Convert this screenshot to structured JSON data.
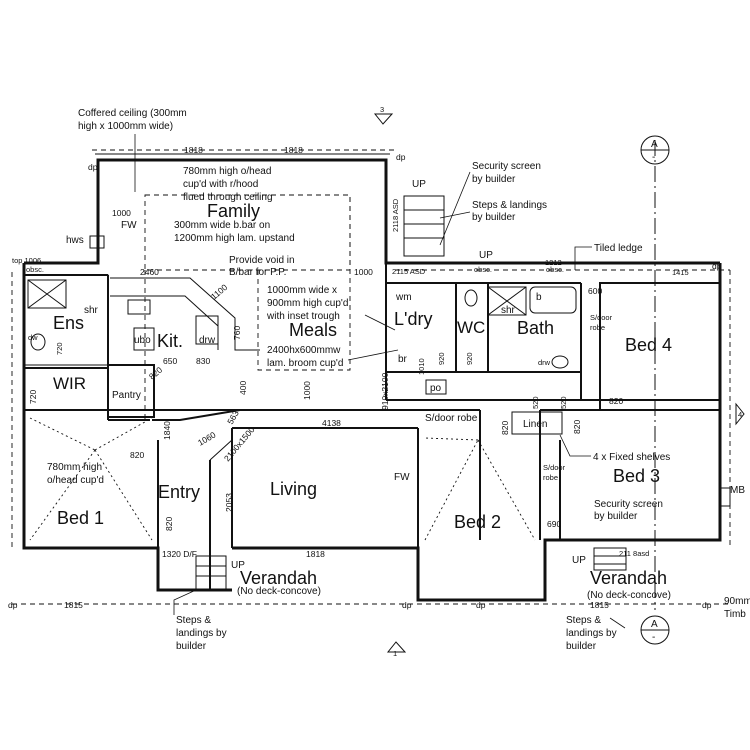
{
  "rooms": {
    "family": "Family",
    "meals": "Meals",
    "kit": "Kit.",
    "ens": "Ens",
    "wir": "WIR",
    "pantry": "Pantry",
    "entry": "Entry",
    "living": "Living",
    "bed1": "Bed 1",
    "bed2": "Bed 2",
    "bed3": "Bed 3",
    "bed4": "Bed 4",
    "ldry": "L'dry",
    "wc": "WC",
    "bath": "Bath",
    "linen": "Linen",
    "verandah_left": "Verandah",
    "verandah_right": "Verandah",
    "verandah_left_sub": "(No deck-concove)",
    "verandah_right_sub": "(No deck-concove)"
  },
  "notes": {
    "coffered_1": "Coffered ceiling (300mm",
    "coffered_2": "high x 1000mm wide)",
    "cupd_1": "780mm high o/head",
    "cupd_2": "cup'd with r/hood",
    "cupd_3": "flued through ceiling",
    "bbar_1": "300mm wide b.bar on",
    "bbar_2": "1200mm high lam. upstand",
    "void_1": "Provide void in",
    "void_2": "B/bar for P.P.",
    "trough_1": "1000mm wide x",
    "trough_2": "900mm high cup'd",
    "trough_3": "with inset trough",
    "broom_1": "2400hx600mmw",
    "broom_2": "lam. broom cup'd",
    "security_top_1": "Security screen",
    "security_top_2": "by builder",
    "steps_top_1": "Steps & landings",
    "steps_top_2": "by builder",
    "tiled_ledge": "Tiled ledge",
    "shelves": "4 x Fixed shelves",
    "security_bed3_1": "Security screen",
    "security_bed3_2": "by builder",
    "bed1_cupd_1": "780mm high",
    "bed1_cupd_2": "o/head cup'd",
    "steps_left_1": "Steps &",
    "steps_left_2": "landings by",
    "steps_left_3": "builder",
    "steps_right_1": "Steps &",
    "steps_right_2": "landings by",
    "steps_right_3": "builder",
    "timber_1": "90mm",
    "timber_2": "Timb"
  },
  "small_labels": {
    "hws": "hws",
    "fw_top": "FW",
    "fw_living": "FW",
    "up_top": "UP",
    "up_mid": "UP",
    "up_left": "UP",
    "up_right": "UP",
    "dp_1": "dp",
    "dp_2": "dp",
    "dp_3": "dp",
    "dp_4": "dp",
    "dp_5": "dp",
    "dp_6": "dp",
    "dp_7": "dp",
    "wm": "wm",
    "br": "br",
    "po": "po",
    "ubo": "ubo",
    "drw_kit": "drw",
    "drw_bath": "drw",
    "shr_ens": "shr",
    "shr_bath": "shr",
    "b": "b",
    "dw": "dw",
    "sdoor_robe": "S/door robe",
    "sdoor_bed4": "S/door",
    "robe_bed4": "robe",
    "sdoor_bed3": "S/door",
    "robe_bed3": "robe",
    "mb": "MB",
    "top_obsc_l": "top 1006",
    "obsc_l": "obsc.",
    "obsc_m": "obsc.",
    "obsc_r": "obsc."
  },
  "dimensions": {
    "d1818_a": "1818",
    "d1818_b": "1818",
    "d1818_c": "1818",
    "d1000_fw": "1000",
    "d2460": "2460",
    "d1100": "1100",
    "d760": "760",
    "d1000_meals": "1000",
    "d1000_vert": "1000",
    "d650": "650",
    "d830": "830",
    "d820_pantry": "820",
    "d400": "400",
    "d1840": "1840",
    "d1060": "1060",
    "d2100x1500": "2100x1500",
    "d563": "563",
    "d4138": "4138",
    "d2053": "2053",
    "d820_entry": "820",
    "d820_bed1": "820",
    "d1320": "1320 D/F",
    "d720": "720",
    "d910x2100": "910x2100",
    "d2115": "2115 ASD",
    "d1212": "1212",
    "d1415": "1415",
    "d600": "600",
    "d820_bed4": "820",
    "d820_bed2": "820",
    "d520_a": "520",
    "d520_b": "520",
    "d820_linen": "820",
    "d690": "690",
    "d1815_l": "1815",
    "d1815_r": "1815",
    "d2118": "2118 ASD",
    "d211": "211 8asd",
    "d920_a": "920",
    "d920_b": "920",
    "d720_l": "720",
    "d1010": "1010"
  },
  "markers": {
    "section_a_top": "A",
    "section_a_top_sub": "-",
    "section_a_bottom": "A",
    "section_a_bottom_sub": "-",
    "elev_3": "3",
    "elev_1": "1",
    "elev_4": "4"
  }
}
